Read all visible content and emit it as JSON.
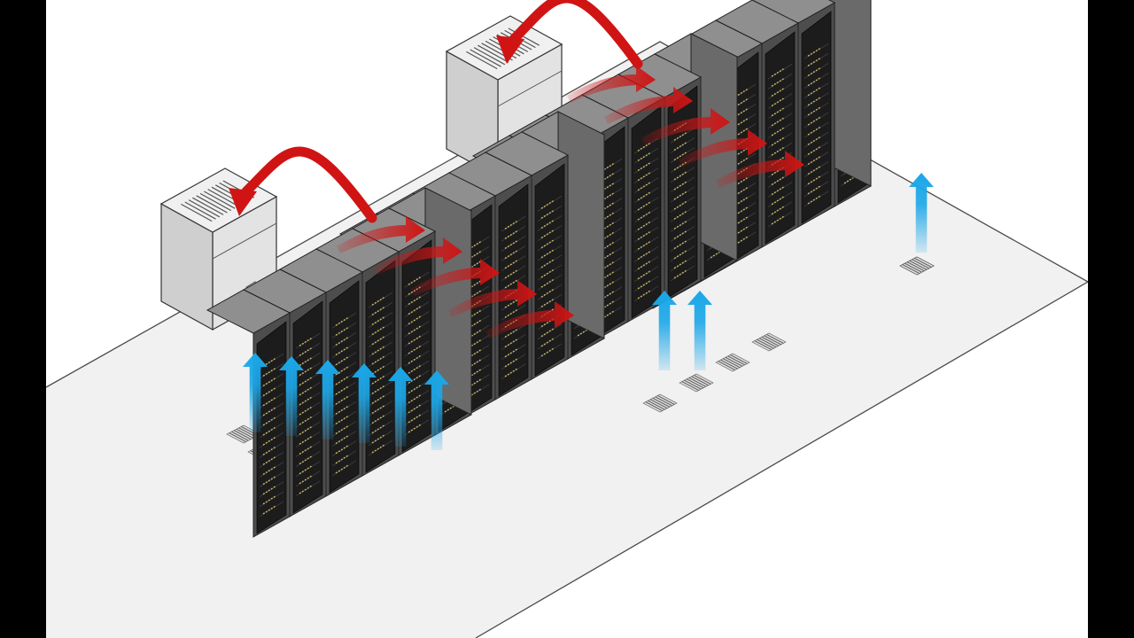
{
  "scene": {
    "colors": {
      "background": "#ffffff",
      "letterbox": "#000000",
      "floor": "#f1f1f1",
      "floor_edge": "#4a4a4a",
      "rack_top": "#8f8f8f",
      "rack_front": "#4d4d4d",
      "rack_side": "#6a6a6a",
      "rack_face": "#1c1c1c",
      "server_led": "#c9b76a",
      "crac_unit": "#e3e3e3",
      "cold_air": "#1ba7e8",
      "hot_air": "#d01414",
      "vent_tile": "#5a5a5a"
    },
    "rows": [
      {
        "id": "row-1",
        "racks": 6,
        "cold_aisle_arrows": 6
      },
      {
        "id": "row-2",
        "racks": 6,
        "hot_aisle_arrows": 5
      },
      {
        "id": "row-3",
        "racks": 6,
        "cold_aisle_arrows": 3
      },
      {
        "id": "row-4",
        "racks": 6,
        "hot_aisle_arrows": 5
      }
    ],
    "crac_units": [
      {
        "id": "crac-left"
      },
      {
        "id": "crac-right"
      }
    ]
  }
}
